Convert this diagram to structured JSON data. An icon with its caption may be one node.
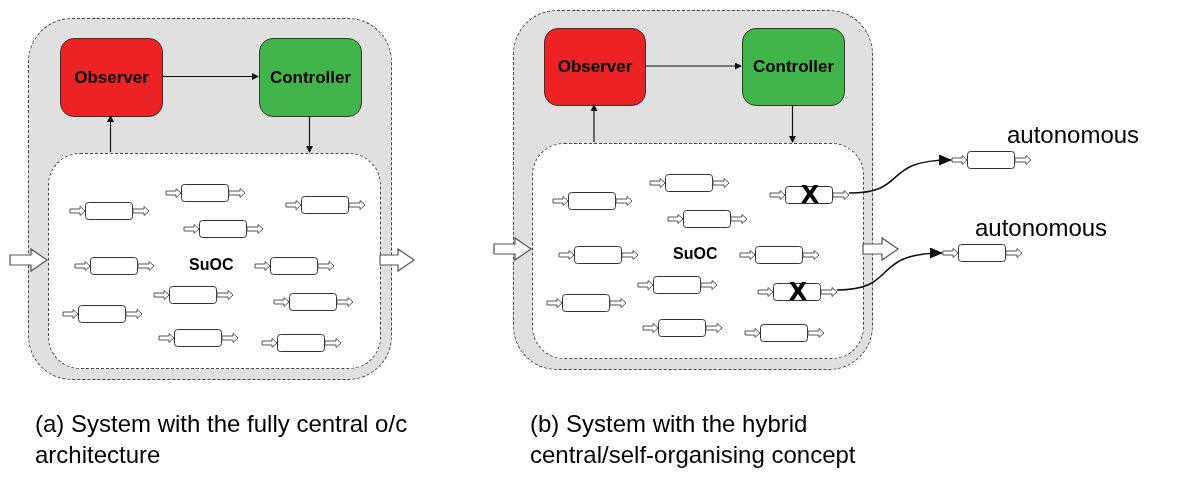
{
  "diagram": {
    "nodes": [
      {
        "text": [],
        "shape": "box"
      },
      {
        "text": [
          "Observer"
        ],
        "in": 0
      },
      {
        "text": [
          "Controller"
        ],
        "in": 0
      },
      {
        "text": [
          "SuOC"
        ],
        "in": 0
      },
      {
        "text": [],
        "shape": "box",
        "in": 3
      },
      {
        "text": [],
        "shape": "box",
        "in": 3
      },
      {
        "text": [],
        "shape": "box",
        "in": 3
      },
      {
        "text": [],
        "shape": "box",
        "in": 3
      },
      {
        "text": [],
        "shape": "box",
        "in": 3
      },
      {
        "text": [],
        "shape": "box",
        "in": 3
      },
      {
        "text": [],
        "shape": "box",
        "in": 3
      },
      {
        "text": [],
        "shape": "box",
        "in": 3
      },
      {
        "text": [],
        "shape": "box",
        "in": 3
      },
      {
        "text": [],
        "shape": "box",
        "in": 3
      },
      {
        "text": [],
        "shape": "box",
        "in": 3
      },
      {
        "text": [],
        "shape": "box"
      },
      {
        "text": [
          "Observer"
        ],
        "in": 15
      },
      {
        "text": [
          "Controller"
        ],
        "in": 15
      },
      {
        "text": [
          "SuOC"
        ],
        "in": 15
      },
      {
        "text": [],
        "shape": "box",
        "in": 18
      },
      {
        "text": [],
        "shape": "box",
        "in": 18
      },
      {
        "text": [
          "X"
        ],
        "in": 18
      },
      {
        "text": [],
        "shape": "box",
        "in": 18
      },
      {
        "text": [],
        "shape": "box",
        "in": 18
      },
      {
        "text": [],
        "shape": "box",
        "in": 18
      },
      {
        "text": [],
        "shape": "box",
        "in": 18
      },
      {
        "text": [
          "X"
        ],
        "in": 18
      },
      {
        "text": [],
        "shape": "box",
        "in": 18
      },
      {
        "text": [],
        "shape": "box",
        "in": 18
      },
      {
        "text": [],
        "shape": "box",
        "in": 18
      },
      {
        "text": [],
        "shape": "box",
        "beside": [
          "autonomous"
        ]
      },
      {
        "text": [],
        "shape": "box",
        "beside": [
          "autonomous"
        ]
      }
    ],
    "edges": [
      {
        "from": 1,
        "to": 2,
        "arrow": "to"
      },
      {
        "from": 3,
        "to": 1,
        "arrow": "to"
      },
      {
        "from": 2,
        "to": 3,
        "arrow": "to"
      },
      {
        "from": null,
        "to": 3,
        "arrow": "to",
        "style": "thick"
      },
      {
        "from": 3,
        "to": null,
        "arrow": "to",
        "style": "thick"
      },
      {
        "from": 16,
        "to": 17,
        "arrow": "to"
      },
      {
        "from": 18,
        "to": 16,
        "arrow": "to"
      },
      {
        "from": 17,
        "to": 18,
        "arrow": "to"
      },
      {
        "from": null,
        "to": 18,
        "arrow": "to",
        "style": "thick"
      },
      {
        "from": 18,
        "to": null,
        "arrow": "to",
        "style": "thick"
      },
      {
        "from": 21,
        "to": 30,
        "arrow": "to"
      },
      {
        "from": 26,
        "to": 31,
        "arrow": "to"
      }
    ],
    "labels": [
      "(a) System with the fully central o/c architecture",
      "(b) System with the hybrid central/self-organising concept"
    ]
  }
}
